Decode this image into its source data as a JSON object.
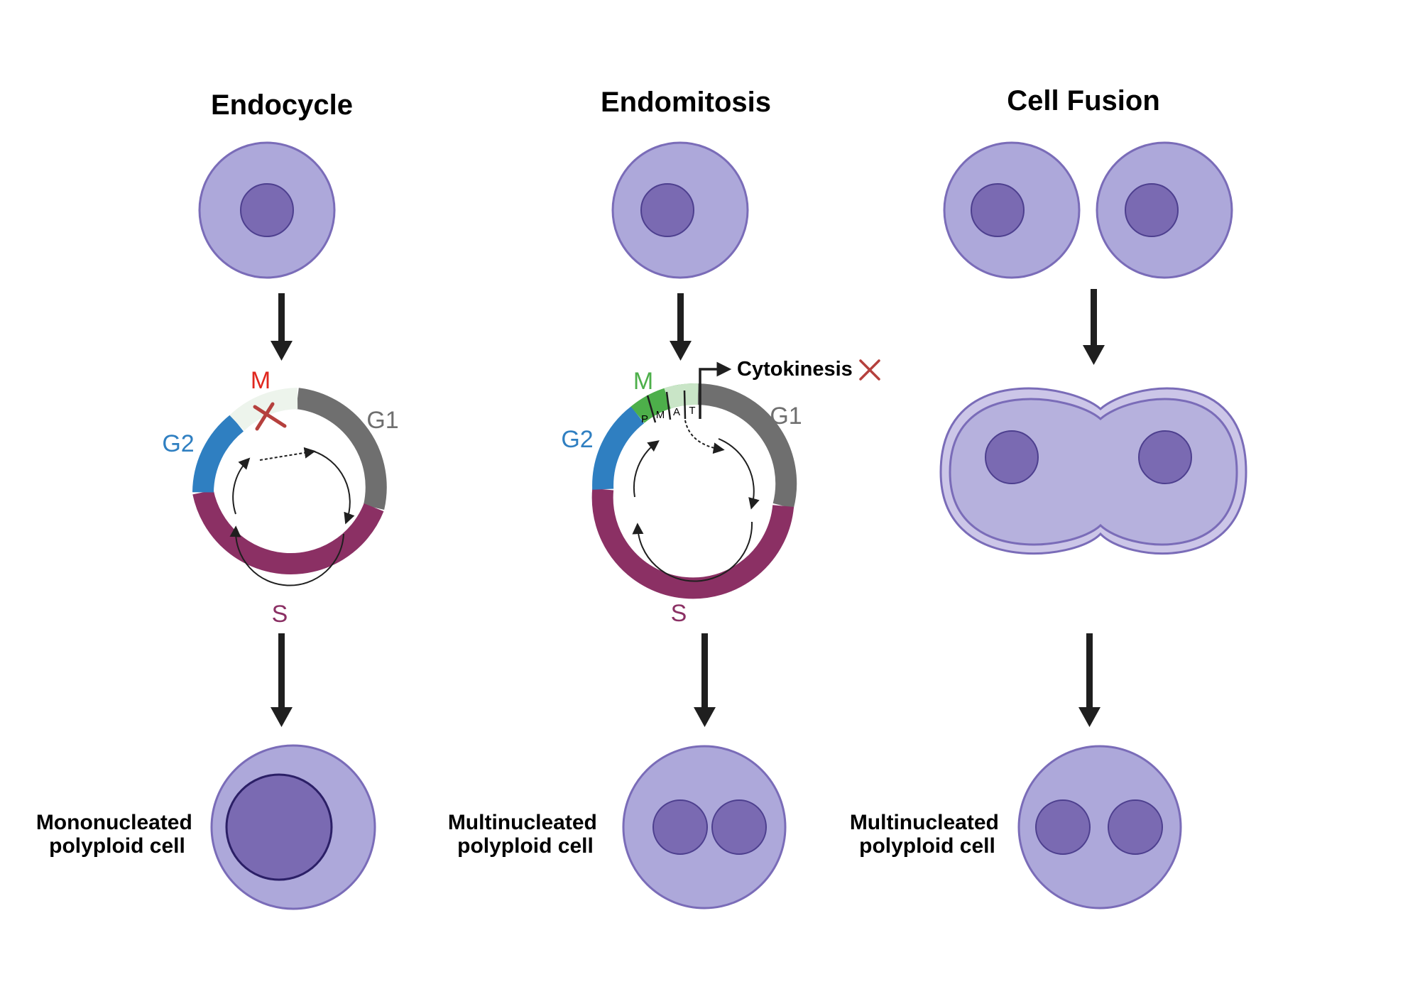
{
  "panels": {
    "endocycle": {
      "title": "Endocycle",
      "phases": {
        "m": "M",
        "g1": "G1",
        "g2": "G2",
        "s": "S"
      },
      "result": [
        "Mononucleated",
        "polyploid cell"
      ]
    },
    "endomitosis": {
      "title": "Endomitosis",
      "phases": {
        "m": "M",
        "g1": "G1",
        "g2": "G2",
        "s": "S"
      },
      "mitosis_subphases": [
        "P",
        "M",
        "A",
        "T"
      ],
      "cytokinesis": "Cytokinesis",
      "result": [
        "Multinucleated",
        "polyploid cell"
      ]
    },
    "cell_fusion": {
      "title": "Cell Fusion",
      "result": [
        "Multinucleated",
        "polyploid cell"
      ]
    }
  },
  "colors": {
    "cell_fill": "#ada8da",
    "cell_stroke": "#7a6cb8",
    "nucleus_fill": "#7a6ab2",
    "g1": "#6f6f6f",
    "s": "#8b3064",
    "g2": "#2f7fc1",
    "m_endocycle_label": "#e0271e",
    "m_endomitosis": "#4daf4a",
    "blocked_cross": "#b5403d",
    "arrow": "#1f1f1f"
  },
  "icons": {
    "blocked": "cross-icon",
    "flow": "down-arrow-icon"
  }
}
